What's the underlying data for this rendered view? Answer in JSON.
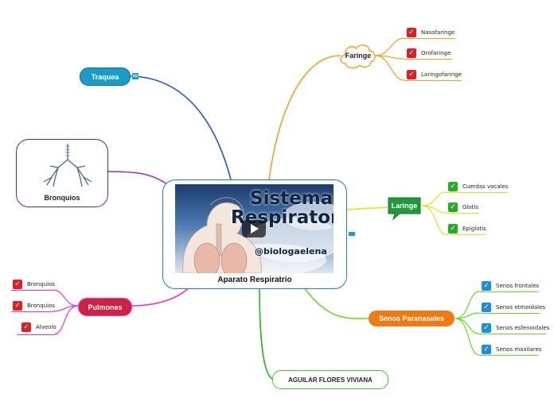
{
  "central": {
    "label": "Aparato Respiratrio",
    "video": {
      "title_line1": "Sistema",
      "title_line2": "Respiratorio",
      "handle": "@biologaelena"
    }
  },
  "topics": {
    "traquea": {
      "label": "Traquea"
    },
    "bronquios": {
      "label": "Bronquios"
    },
    "faringe": {
      "label": "Faringe",
      "items": [
        "Nasofaringe",
        "Orofaringe",
        "Laringofaringe"
      ]
    },
    "laringe": {
      "label": "Laringe",
      "items": [
        "Cuerdas vocales",
        "Glotis",
        "Epiglotis"
      ]
    },
    "senos": {
      "label": "Senos Paranasales",
      "items": [
        "Senos frontales",
        "Senos etmoidales",
        "Senos esfenoidales",
        "Senos maxilares"
      ]
    },
    "pulmones": {
      "label": "Pulmones",
      "items": [
        "Bronquios",
        "Bronquios",
        "Alveolo"
      ]
    },
    "author": {
      "label": "AGUILAR FLORES VIVIANA"
    }
  },
  "colors": {
    "blue": "#2255dd",
    "orange": "#f5a020",
    "yellow": "#e8e020",
    "green": "#66dd22",
    "purple": "#8833cc",
    "magenta": "#ee33cc",
    "teal": "#1a9cc8",
    "central_border": "#1a7fd0"
  }
}
